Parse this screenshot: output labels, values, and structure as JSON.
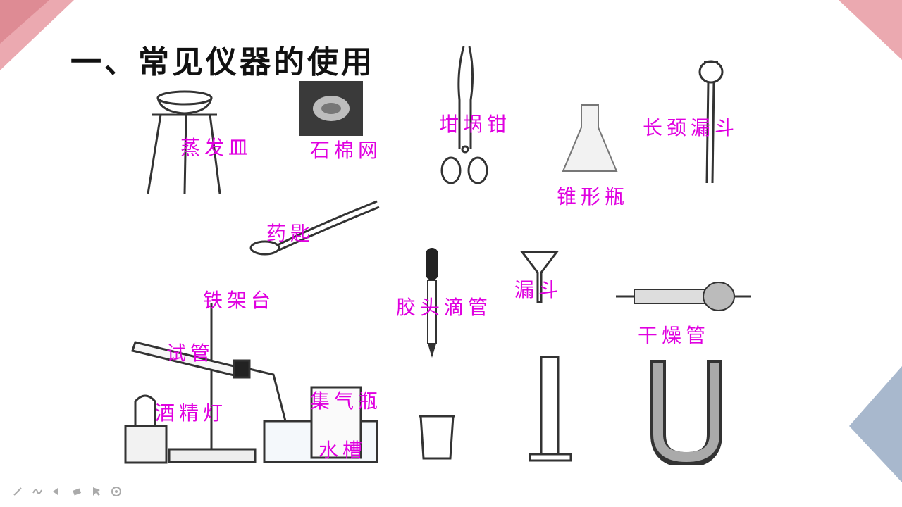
{
  "slide": {
    "title": "一、常见仪器的使用",
    "labels": {
      "evaporating_dish": "蒸发皿",
      "asbestos_net": "石棉网",
      "crucible_tongs": "坩埚钳",
      "conical_flask": "锥形瓶",
      "long_neck_funnel": "长颈漏斗",
      "medicine_spoon": "药匙",
      "iron_stand": "铁架台",
      "dropper": "胶头滴管",
      "funnel": "漏斗",
      "drying_tube": "干燥管",
      "test_tube": "试管",
      "alcohol_lamp": "酒精灯",
      "gas_jar": "集气瓶",
      "water_trough": "水槽"
    }
  },
  "colors": {
    "label": "#e000e0",
    "corner_pink": "#e79aa2",
    "corner_blue": "#9fb0c8"
  },
  "toolbar": {
    "icons": [
      "pen-icon",
      "curve-icon",
      "arrow-icon",
      "eraser-icon",
      "pointer-icon",
      "target-icon"
    ]
  }
}
